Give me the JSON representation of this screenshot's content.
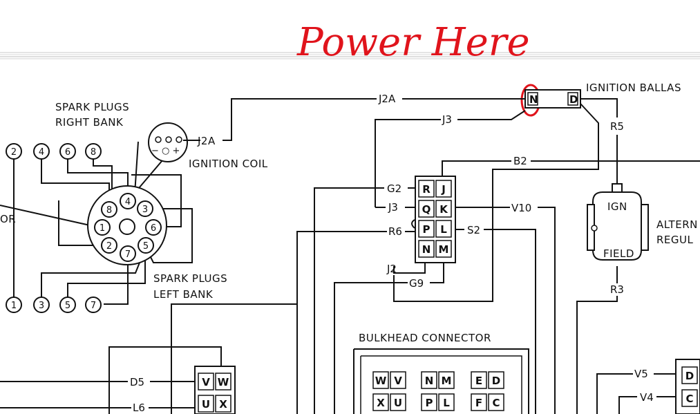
{
  "annotation": {
    "text": "Power Here",
    "color": "#e0141c"
  },
  "labels": {
    "spark_plugs_right_line1": "SPARK PLUGS",
    "spark_plugs_right_line2": "RIGHT BANK",
    "spark_plugs_left_line1": "SPARK PLUGS",
    "spark_plugs_left_line2": "LEFT BANK",
    "ignition_coil": "IGNITION COIL",
    "ignition_ballast": "IGNITION BALLAS",
    "bulkhead_connector": "BULKHEAD CONNECTOR",
    "alternator_line1": "ALTERN",
    "alternator_line2": "REGUL",
    "regulator_ign": "IGN",
    "regulator_field": "FIELD",
    "partial_left": "OR",
    "coil_terminals": "− ○ +"
  },
  "wires": {
    "j2a_coil": "J2A",
    "j2a_top": "J2A",
    "j3_top": "J3",
    "b2": "B2",
    "r5": "R5",
    "g2": "G2",
    "j3_left": "J3",
    "v10": "V10",
    "r6": "R6",
    "s2": "S2",
    "j2": "J2",
    "g9": "G9",
    "r3": "R3",
    "d5": "D5",
    "l6": "L6",
    "v5": "V5",
    "v4": "V4"
  },
  "spark_plugs": {
    "right_bank": [
      "2",
      "4",
      "6",
      "8"
    ],
    "left_bank": [
      "1",
      "3",
      "5",
      "7"
    ]
  },
  "distributor": [
    "8",
    "4",
    "3",
    "1",
    "6",
    "2",
    "7",
    "5"
  ],
  "ballast_pins": {
    "left": "N",
    "right": "D"
  },
  "connector_main": [
    "R",
    "J",
    "Q",
    "K",
    "P",
    "L",
    "N",
    "M"
  ],
  "connector_lower_left": [
    "V",
    "W",
    "U",
    "X"
  ],
  "bulkhead_pins": [
    "W",
    "V",
    "N",
    "M",
    "E",
    "D",
    "X",
    "U",
    "P",
    "L",
    "F",
    "C"
  ],
  "connector_right": [
    "D",
    "C"
  ]
}
